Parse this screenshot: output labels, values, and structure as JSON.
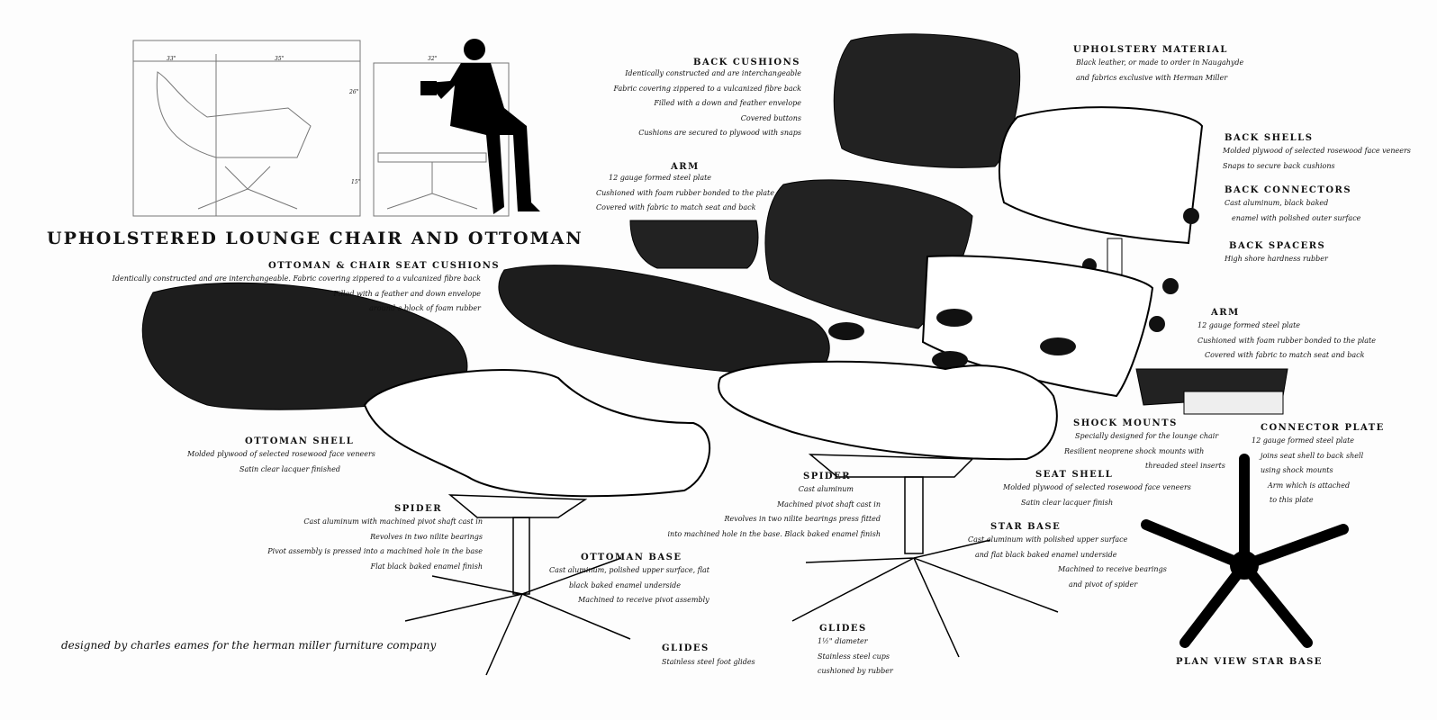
{
  "title": "UPHOLSTERED LOUNGE CHAIR AND OTTOMAN",
  "credit": "designed by charles eames for the herman miller furniture company",
  "callouts": {
    "back_cushions": {
      "heading": "BACK CUSHIONS",
      "lines": [
        "Identically constructed and are interchangeable",
        "Fabric covering zippered to a vulcanized fibre back",
        "Filled with a down and feather envelope",
        "Covered buttons",
        "Cushions are secured to plywood with snaps"
      ]
    },
    "arm_left": {
      "heading": "ARM",
      "lines": [
        "12 gauge formed steel plate",
        "Cushioned with foam rubber bonded to the plate",
        "Covered with fabric to match seat and back"
      ]
    },
    "upholstery": {
      "heading": "UPHOLSTERY MATERIAL",
      "lines": [
        "Black leather, or made to order in Naugahyde",
        "and fabrics exclusive with Herman Miller"
      ]
    },
    "back_shells": {
      "heading": "BACK SHELLS",
      "lines": [
        "Molded plywood of selected rosewood face veneers",
        "Snaps to secure back cushions"
      ]
    },
    "back_connectors": {
      "heading": "BACK CONNECTORS",
      "lines": [
        "Cast aluminum, black baked",
        "enamel with polished outer surface"
      ]
    },
    "back_spacers": {
      "heading": "BACK SPACERS",
      "lines": [
        "High shore hardness rubber"
      ]
    },
    "arm_right": {
      "heading": "ARM",
      "lines": [
        "12 gauge formed steel plate",
        "Cushioned with foam rubber bonded to the plate",
        "Covered with fabric to match seat and back"
      ]
    },
    "seat_cushions": {
      "heading": "OTTOMAN & CHAIR SEAT CUSHIONS",
      "lines": [
        "Identically constructed and are interchangeable. Fabric covering zippered to a vulcanized fibre back",
        "Filled with a feather and down envelope",
        "around a block of foam rubber"
      ]
    },
    "ottoman_shell": {
      "heading": "OTTOMAN SHELL",
      "lines": [
        "Molded plywood of selected rosewood face veneers",
        "Satin clear lacquer finished"
      ]
    },
    "spider_left": {
      "heading": "SPIDER",
      "lines": [
        "Cast aluminum with machined pivot shaft cast in",
        "Revolves in two nilite bearings",
        "Pivot assembly is pressed into a machined hole in the base",
        "Flat black baked enamel finish"
      ]
    },
    "ottoman_base": {
      "heading": "OTTOMAN BASE",
      "lines": [
        "Cast aluminum, polished upper surface, flat",
        "black baked enamel underside",
        "Machined to receive pivot assembly"
      ]
    },
    "glides_left": {
      "heading": "GLIDES",
      "lines": [
        "Stainless steel foot glides"
      ]
    },
    "spider_mid": {
      "heading": "SPIDER",
      "lines": [
        "Cast aluminum",
        "Machined pivot shaft cast in",
        "Revolves in two nilite bearings press fitted",
        "into machined hole in the base. Black baked enamel finish"
      ]
    },
    "glides_mid": {
      "heading": "GLIDES",
      "lines": [
        "1½\" diameter",
        "Stainless steel cups",
        "cushioned by rubber"
      ]
    },
    "shock_mounts": {
      "heading": "SHOCK MOUNTS",
      "lines": [
        "Specially designed for the lounge chair",
        "Resilient neoprene shock mounts with",
        "threaded steel inserts"
      ]
    },
    "seat_shell": {
      "heading": "SEAT SHELL",
      "lines": [
        "Molded plywood of selected rosewood face veneers",
        "Satin clear lacquer finish"
      ]
    },
    "star_base": {
      "heading": "STAR BASE",
      "lines": [
        "Cast aluminum with polished upper surface",
        "and flat black baked enamel underside",
        "Machined to receive bearings",
        "and pivot of spider"
      ]
    },
    "connector_plate": {
      "heading": "CONNECTOR PLATE",
      "lines": [
        "12 gauge formed steel plate",
        "joins seat shell to back shell",
        "using shock mounts",
        "Arm which is attached",
        "to this plate"
      ]
    },
    "plan_view": {
      "heading": "PLAN VIEW STAR BASE"
    }
  },
  "dimensions": [
    "33\"",
    "35\"",
    "26\"",
    "32\"",
    "15\""
  ]
}
